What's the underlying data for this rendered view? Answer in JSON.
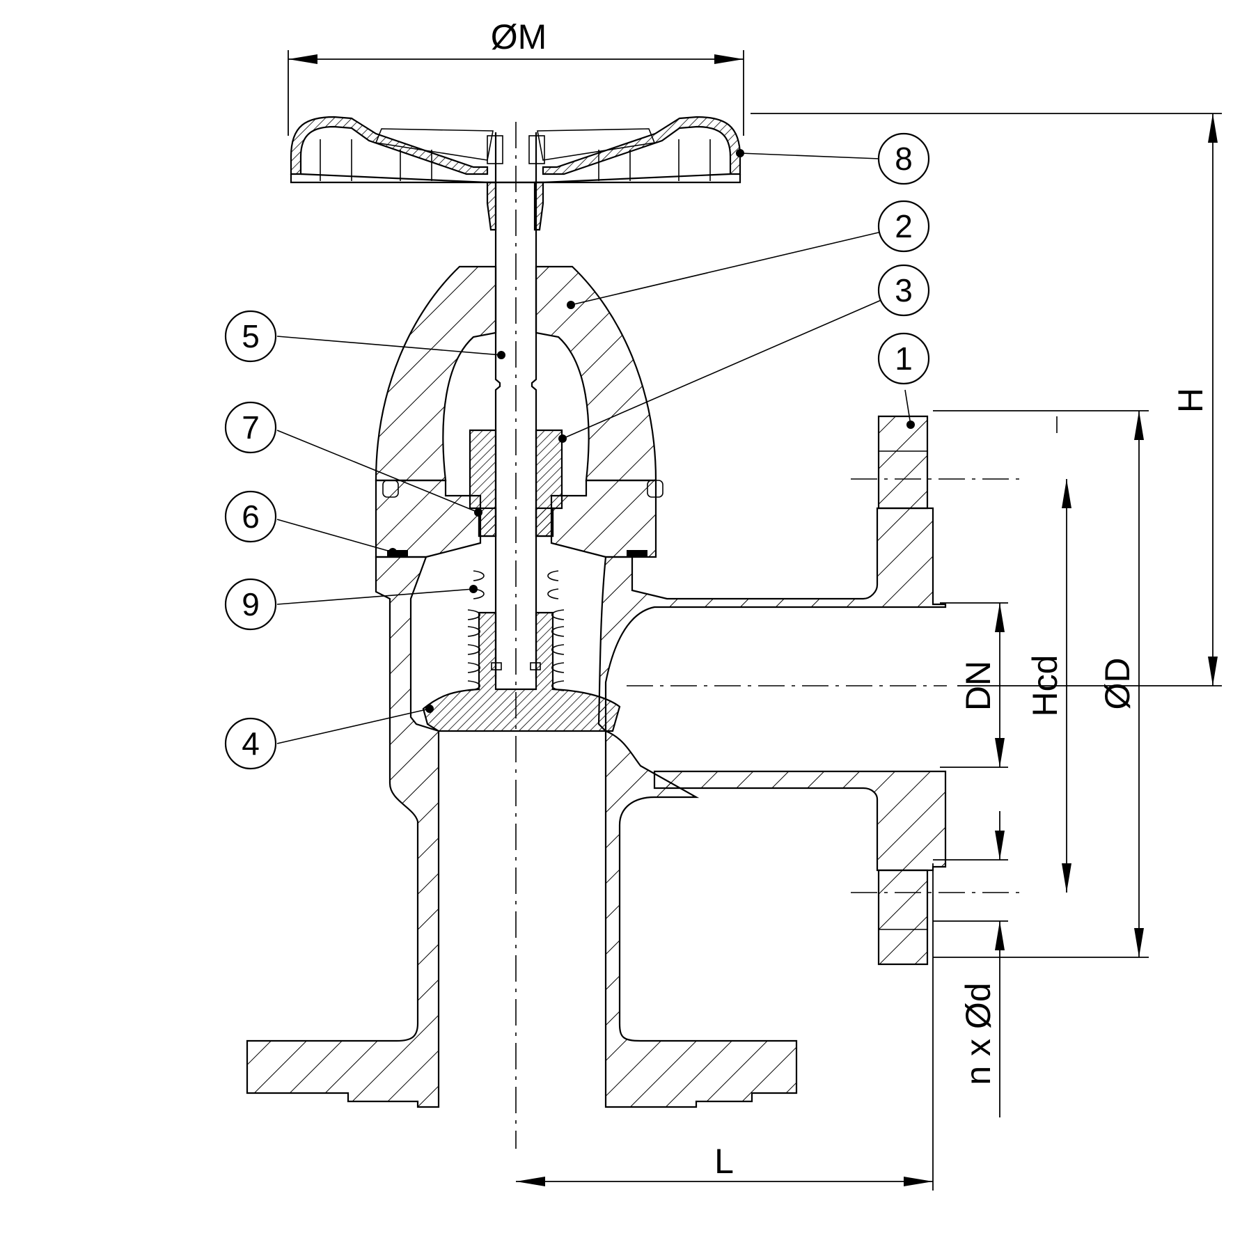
{
  "dimensions": {
    "M": "ØM",
    "H": "H",
    "D": "ØD",
    "Hcd": "Hcd",
    "DN": "DN",
    "holes": "n x Ød",
    "L": "L"
  },
  "callouts": [
    "1",
    "2",
    "3",
    "4",
    "5",
    "6",
    "7",
    "8",
    "9"
  ]
}
